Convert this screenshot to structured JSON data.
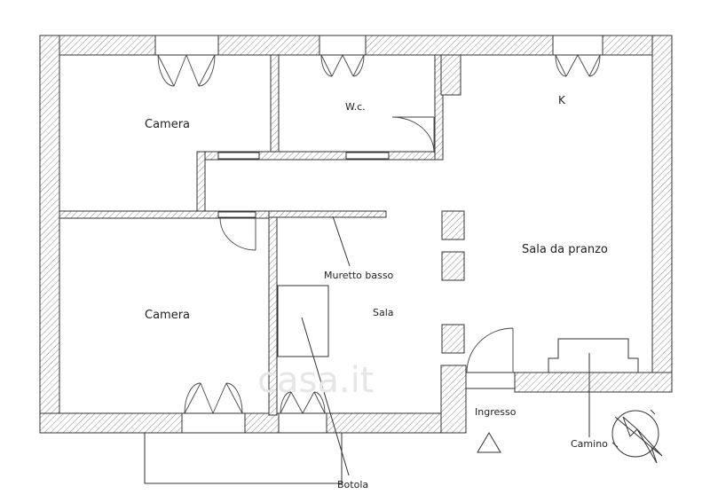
{
  "rooms": {
    "camera_top": "Camera",
    "camera_bottom": "Camera",
    "wc": "W.c.",
    "kitchen": "K",
    "sala": "Sala",
    "sala_pranzo": "Sala da pranzo"
  },
  "annotations": {
    "muretto": "Muretto basso",
    "botola": "Botola",
    "ingresso": "Ingresso",
    "camino": "Camino"
  },
  "watermark": "casa.it"
}
